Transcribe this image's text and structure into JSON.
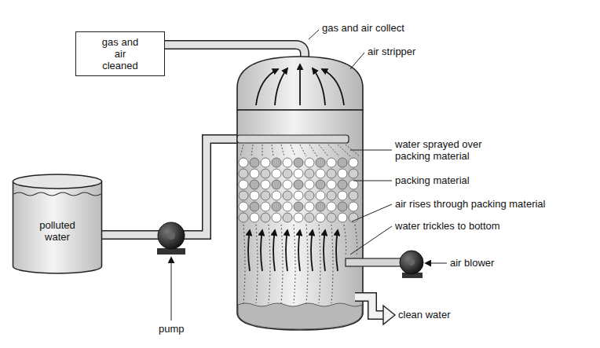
{
  "diagram": {
    "nodes": [
      {
        "text": [
          "gas and air cleaned"
        ]
      },
      {
        "text": [
          "polluted water"
        ]
      }
    ],
    "labels": [
      "gas and air collect",
      "air stripper",
      "water sprayed over packing material",
      "packing material",
      "air rises through packing material",
      "water trickles to bottom",
      "air blower",
      "clean water",
      "pump"
    ]
  }
}
